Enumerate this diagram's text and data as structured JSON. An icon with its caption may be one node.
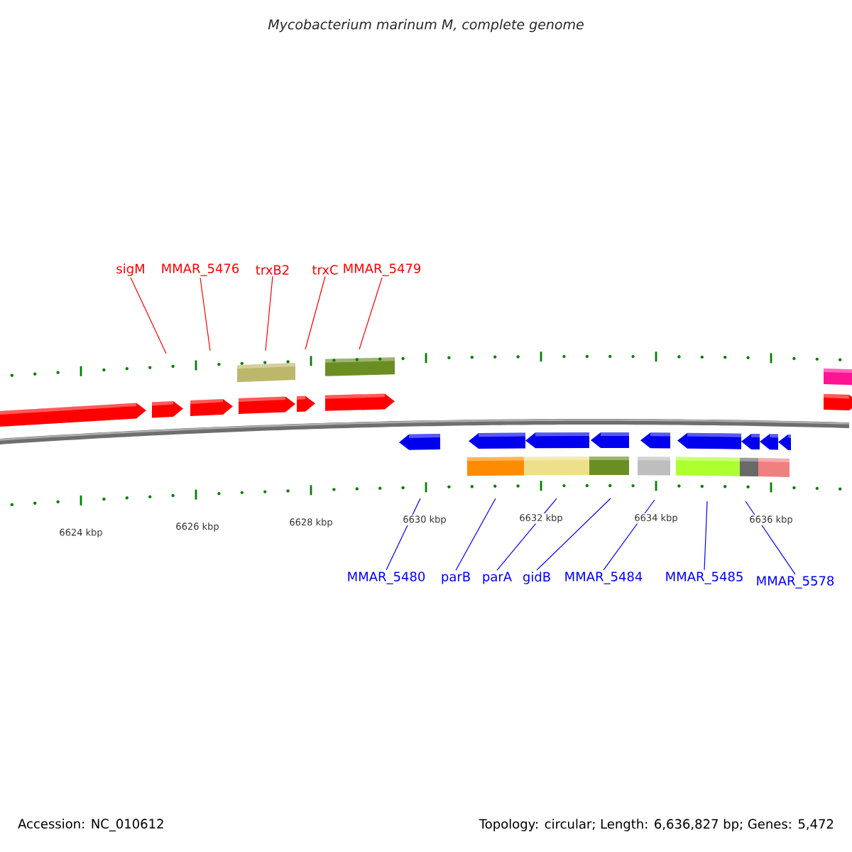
{
  "diagram": {
    "title": "Mycobacterium marinum M, complete genome",
    "nodes": [
      {
        "text": [
          "sigM"
        ]
      },
      {
        "text": [
          "MMAR_5476"
        ]
      },
      {
        "text": [
          "trxB2"
        ]
      },
      {
        "text": [
          "trxC"
        ]
      },
      {
        "text": [
          "MMAR_5479"
        ]
      },
      {
        "text": [
          "MMAR_5480"
        ]
      },
      {
        "text": [
          "parB"
        ]
      },
      {
        "text": [
          "parA"
        ]
      },
      {
        "text": [
          "gidB"
        ]
      },
      {
        "text": [
          "MMAR_5484"
        ]
      },
      {
        "text": [
          "MMAR_5485"
        ]
      },
      {
        "text": [
          "MMAR_5578"
        ]
      }
    ],
    "edges": [
      {
        "from": 0,
        "to": null,
        "arrow": "none",
        "color": "#ff0000"
      },
      {
        "from": 1,
        "to": null,
        "arrow": "none",
        "color": "#ff0000"
      },
      {
        "from": 2,
        "to": null,
        "arrow": "none",
        "color": "#ff0000"
      },
      {
        "from": 3,
        "to": null,
        "arrow": "none",
        "color": "#ff0000"
      },
      {
        "from": 4,
        "to": null,
        "arrow": "none",
        "color": "#ff0000"
      },
      {
        "from": 5,
        "to": null,
        "arrow": "none"
      },
      {
        "from": 6,
        "to": null,
        "arrow": "none"
      },
      {
        "from": 7,
        "to": null,
        "arrow": "none"
      },
      {
        "from": 8,
        "to": null,
        "arrow": "none"
      },
      {
        "from": 9,
        "to": null,
        "arrow": "none"
      },
      {
        "from": 10,
        "to": null,
        "arrow": "none"
      },
      {
        "from": 11,
        "to": null,
        "arrow": "none"
      }
    ],
    "labels": [
      "6624 kbp",
      "6626 kbp",
      "6628 kbp",
      "6630 kbp",
      "6632 kbp",
      "6634 kbp",
      "6636 kbp",
      "Accession: NC_010612",
      "Topology: circular; Length: 6,636,827 bp; Genes: 5,472"
    ]
  }
}
